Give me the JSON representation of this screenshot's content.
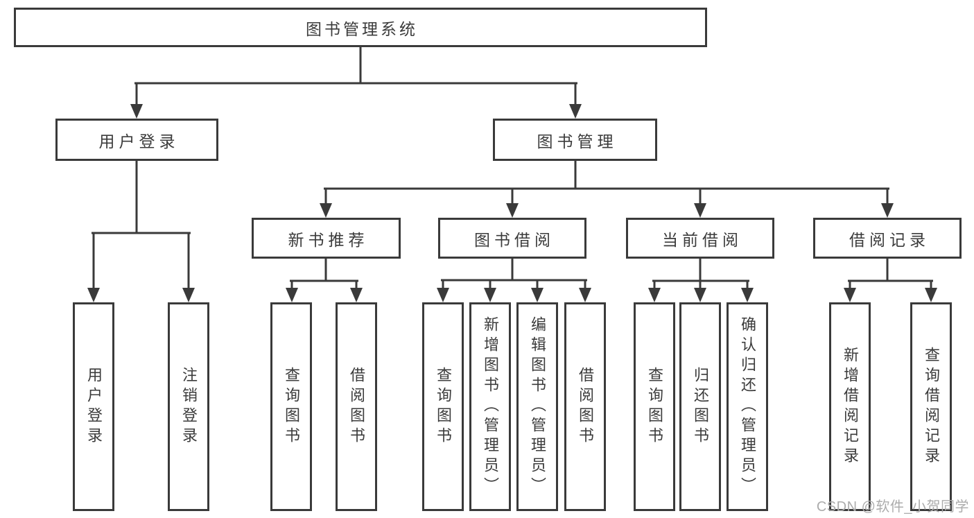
{
  "colors": {
    "background": "#ffffff",
    "line": "#3a3a3a",
    "text": "#3b3b3b",
    "watermark": "#acacac"
  },
  "diagram": {
    "type": "hierarchy-tree",
    "root": {
      "label": "图书管理系统"
    },
    "level2": [
      {
        "label": "用户登录"
      },
      {
        "label": "图书管理"
      }
    ],
    "level3": [
      {
        "label": "新书推荐",
        "parent": "图书管理"
      },
      {
        "label": "图书借阅",
        "parent": "图书管理"
      },
      {
        "label": "当前借阅",
        "parent": "图书管理"
      },
      {
        "label": "借阅记录",
        "parent": "图书管理"
      }
    ],
    "leaves": [
      {
        "label": "用户登录",
        "parent": "用户登录"
      },
      {
        "label": "注销登录",
        "parent": "用户登录"
      },
      {
        "label": "查询图书",
        "parent": "新书推荐"
      },
      {
        "label": "借阅图书",
        "parent": "新书推荐"
      },
      {
        "label": "查询图书",
        "parent": "图书借阅"
      },
      {
        "label": "新增图书（管理员）",
        "parent": "图书借阅"
      },
      {
        "label": "编辑图书（管理员）",
        "parent": "图书借阅"
      },
      {
        "label": "借阅图书",
        "parent": "图书借阅"
      },
      {
        "label": "查询图书",
        "parent": "当前借阅"
      },
      {
        "label": "归还图书",
        "parent": "当前借阅"
      },
      {
        "label": "确认归还（管理员）",
        "parent": "当前借阅"
      },
      {
        "label": "新增借阅记录",
        "parent": "借阅记录"
      },
      {
        "label": "查询借阅记录",
        "parent": "借阅记录"
      }
    ]
  },
  "watermark": {
    "text": "CSDN @软件_小贺同学"
  }
}
